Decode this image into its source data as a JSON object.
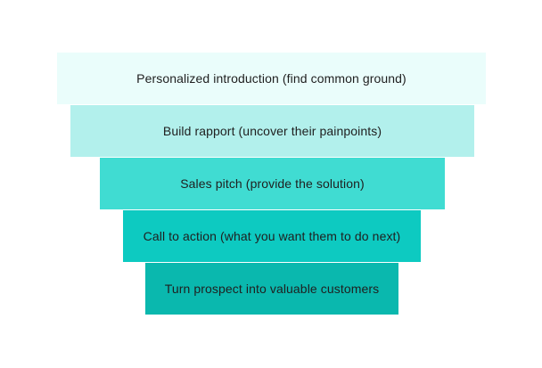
{
  "funnel": {
    "steps": [
      {
        "label": "Personalized introduction (find common ground)",
        "color": "#eafdfb"
      },
      {
        "label": "Build rapport (uncover their painpoints)",
        "color": "#b2f0ec"
      },
      {
        "label": "Sales pitch (provide the solution)",
        "color": "#40dcd2"
      },
      {
        "label": "Call to action (what you want them to do next)",
        "color": "#0dcac1"
      },
      {
        "label": "Turn prospect into valuable customers",
        "color": "#0ab8ae"
      }
    ]
  }
}
